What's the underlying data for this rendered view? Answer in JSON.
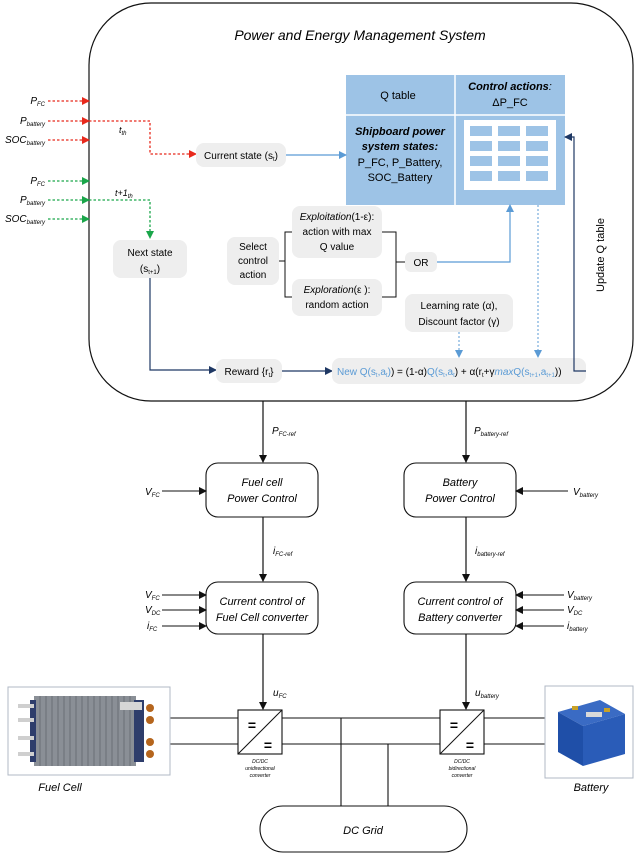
{
  "ems": {
    "title": "Power and Energy Management System",
    "qtable_label": "Q table",
    "control_actions_title": "Control actions",
    "control_actions_value": "ΔP_FC",
    "states_title_1": "Shipboard power",
    "states_title_2": "system states:",
    "states_line_1": "P_FC, P_Battery,",
    "states_line_2": "SOC_Battery",
    "current_state": "Current state (s",
    "current_state_sub": "t",
    "current_state_end": ")",
    "next_state_1": "Next state",
    "next_state_2a": "(s",
    "next_state_2sub": "t+1",
    "next_state_2b": ")",
    "select_1": "Select",
    "select_2": "control",
    "select_3": "action",
    "exploit_1a": "Exploitation",
    "exploit_1b": "(1-ε):",
    "exploit_2": "action with max",
    "exploit_3": "Q value",
    "explore_1a": "Exploration",
    "explore_1b": "(ε ):",
    "explore_2": "random action",
    "or_label": "OR",
    "lr_1": "Learning rate (α),",
    "lr_2": "Discount factor (γ)",
    "reward_a": "Reward {r",
    "reward_sub": "t",
    "reward_b": "}",
    "update_q": "Update Q table",
    "eq_new": "New Q(s",
    "eq_p1": "t",
    "eq_c1": ",a",
    "eq_p2": "t",
    "eq_c2": ") = (1-α)",
    "eq_q": "Q(s",
    "eq_p3": "t",
    "eq_c3": ",a",
    "eq_p4": "t",
    "eq_c4": ") + α(r",
    "eq_p5": "t",
    "eq_c5": "+γ",
    "eq_max": "max",
    "eq_q2": "Q(s",
    "eq_p6": "t+1",
    "eq_c6": ",a",
    "eq_p7": "t+1",
    "eq_c7": "))"
  },
  "inputs": {
    "t_label": "t",
    "t_sub": "th",
    "t1_label": "t+1",
    "t1_sub": "th",
    "P": "P",
    "SOC": "SOC",
    "fc_sub": "FC",
    "batt_sub": "battery"
  },
  "control": {
    "fc_power_1": "Fuel cell",
    "fc_power_2": "Power Control",
    "batt_power_1": "Battery",
    "batt_power_2": "Power Control",
    "fc_current_1": "Current control of",
    "fc_current_2": "Fuel Cell converter",
    "batt_current_1": "Current control of",
    "batt_current_2": "Battery converter",
    "p_fc_ref_sub": "FC-ref",
    "p_batt_ref_sub": "battery-ref",
    "i_fc_ref_sub": "FC-ref",
    "i_batt_ref_sub": "battery-ref",
    "u_fc_sub": "FC",
    "u_batt_sub": "battery",
    "dc_sub": "DC",
    "V": "V",
    "i": "i",
    "u": "u"
  },
  "plant": {
    "conv_1": "DC/DC",
    "conv_2": "unidirectional",
    "conv_3": "converter",
    "conv_b1": "DC/DC",
    "conv_b2": "bidirectional",
    "conv_b3": "converter",
    "eq_sign": "=",
    "fuel_cell": "Fuel Cell",
    "battery": "Battery",
    "dc_grid": "DC Grid"
  },
  "colors": {
    "red": "#e8291c",
    "green": "#1aa64a",
    "navy": "#1f3864",
    "blue_line": "#5b9bd5",
    "qtable": "#9dc3e6",
    "gray_box": "#eeeeee",
    "eq_blue": "#5b9bd5"
  }
}
